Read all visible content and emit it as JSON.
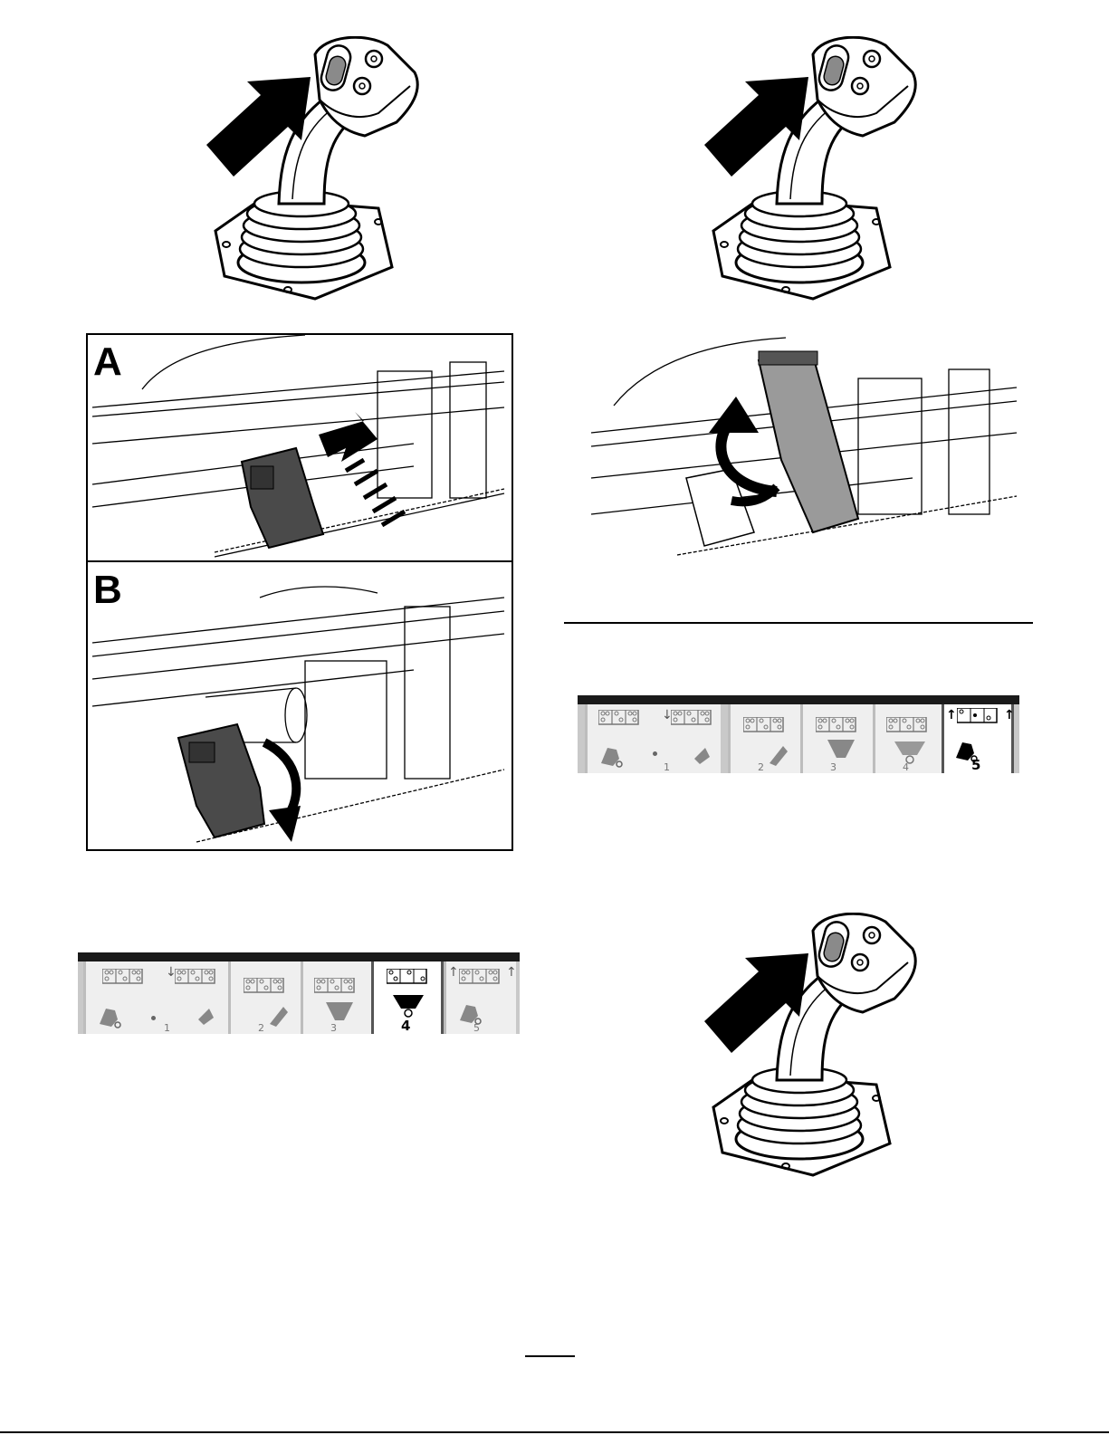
{
  "panels": {
    "label_a": "A",
    "label_b": "B"
  },
  "strip_left": {
    "tiles": [
      {
        "num": "1"
      },
      {
        "num": "2"
      },
      {
        "num": "3"
      },
      {
        "num": "4"
      },
      {
        "num": "5"
      }
    ],
    "active": "4"
  },
  "strip_right": {
    "tiles": [
      {
        "num": "1"
      },
      {
        "num": "2"
      },
      {
        "num": "3"
      },
      {
        "num": "4"
      },
      {
        "num": "5"
      }
    ],
    "active": "5"
  },
  "icons": {
    "joystick": "joystick-icon",
    "arrow": "push-arrow-icon"
  }
}
